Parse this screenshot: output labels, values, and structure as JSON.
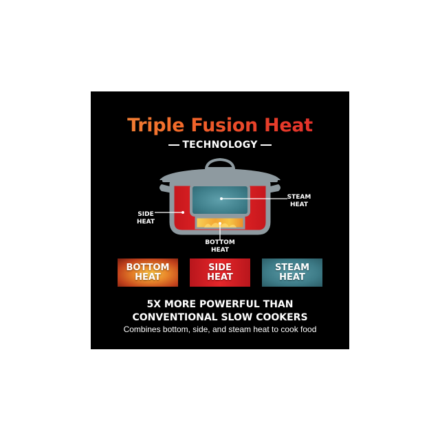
{
  "title": "Triple Fusion Heat",
  "subtitle": "TECHNOLOGY",
  "diagram": {
    "steam_label": [
      "STEAM",
      "HEAT"
    ],
    "side_label": [
      "SIDE",
      "HEAT"
    ],
    "bottom_label": [
      "BOTTOM",
      "HEAT"
    ]
  },
  "tiles": [
    {
      "line1": "BOTTOM",
      "line2": "HEAT"
    },
    {
      "line1": "SIDE",
      "line2": "HEAT"
    },
    {
      "line1": "STEAM",
      "line2": "HEAT"
    }
  ],
  "tagline": [
    "5X MORE POWERFUL THAN",
    "CONVENTIONAL SLOW COOKERS"
  ],
  "description": "Combines bottom, side, and steam heat to cook food",
  "colors": {
    "panel_bg": "#000000",
    "pot_outline": "#8e9aa0",
    "side_heat": "#e3242b",
    "bottom_heat": "#f0a030",
    "steam": "#4a8e9a"
  }
}
